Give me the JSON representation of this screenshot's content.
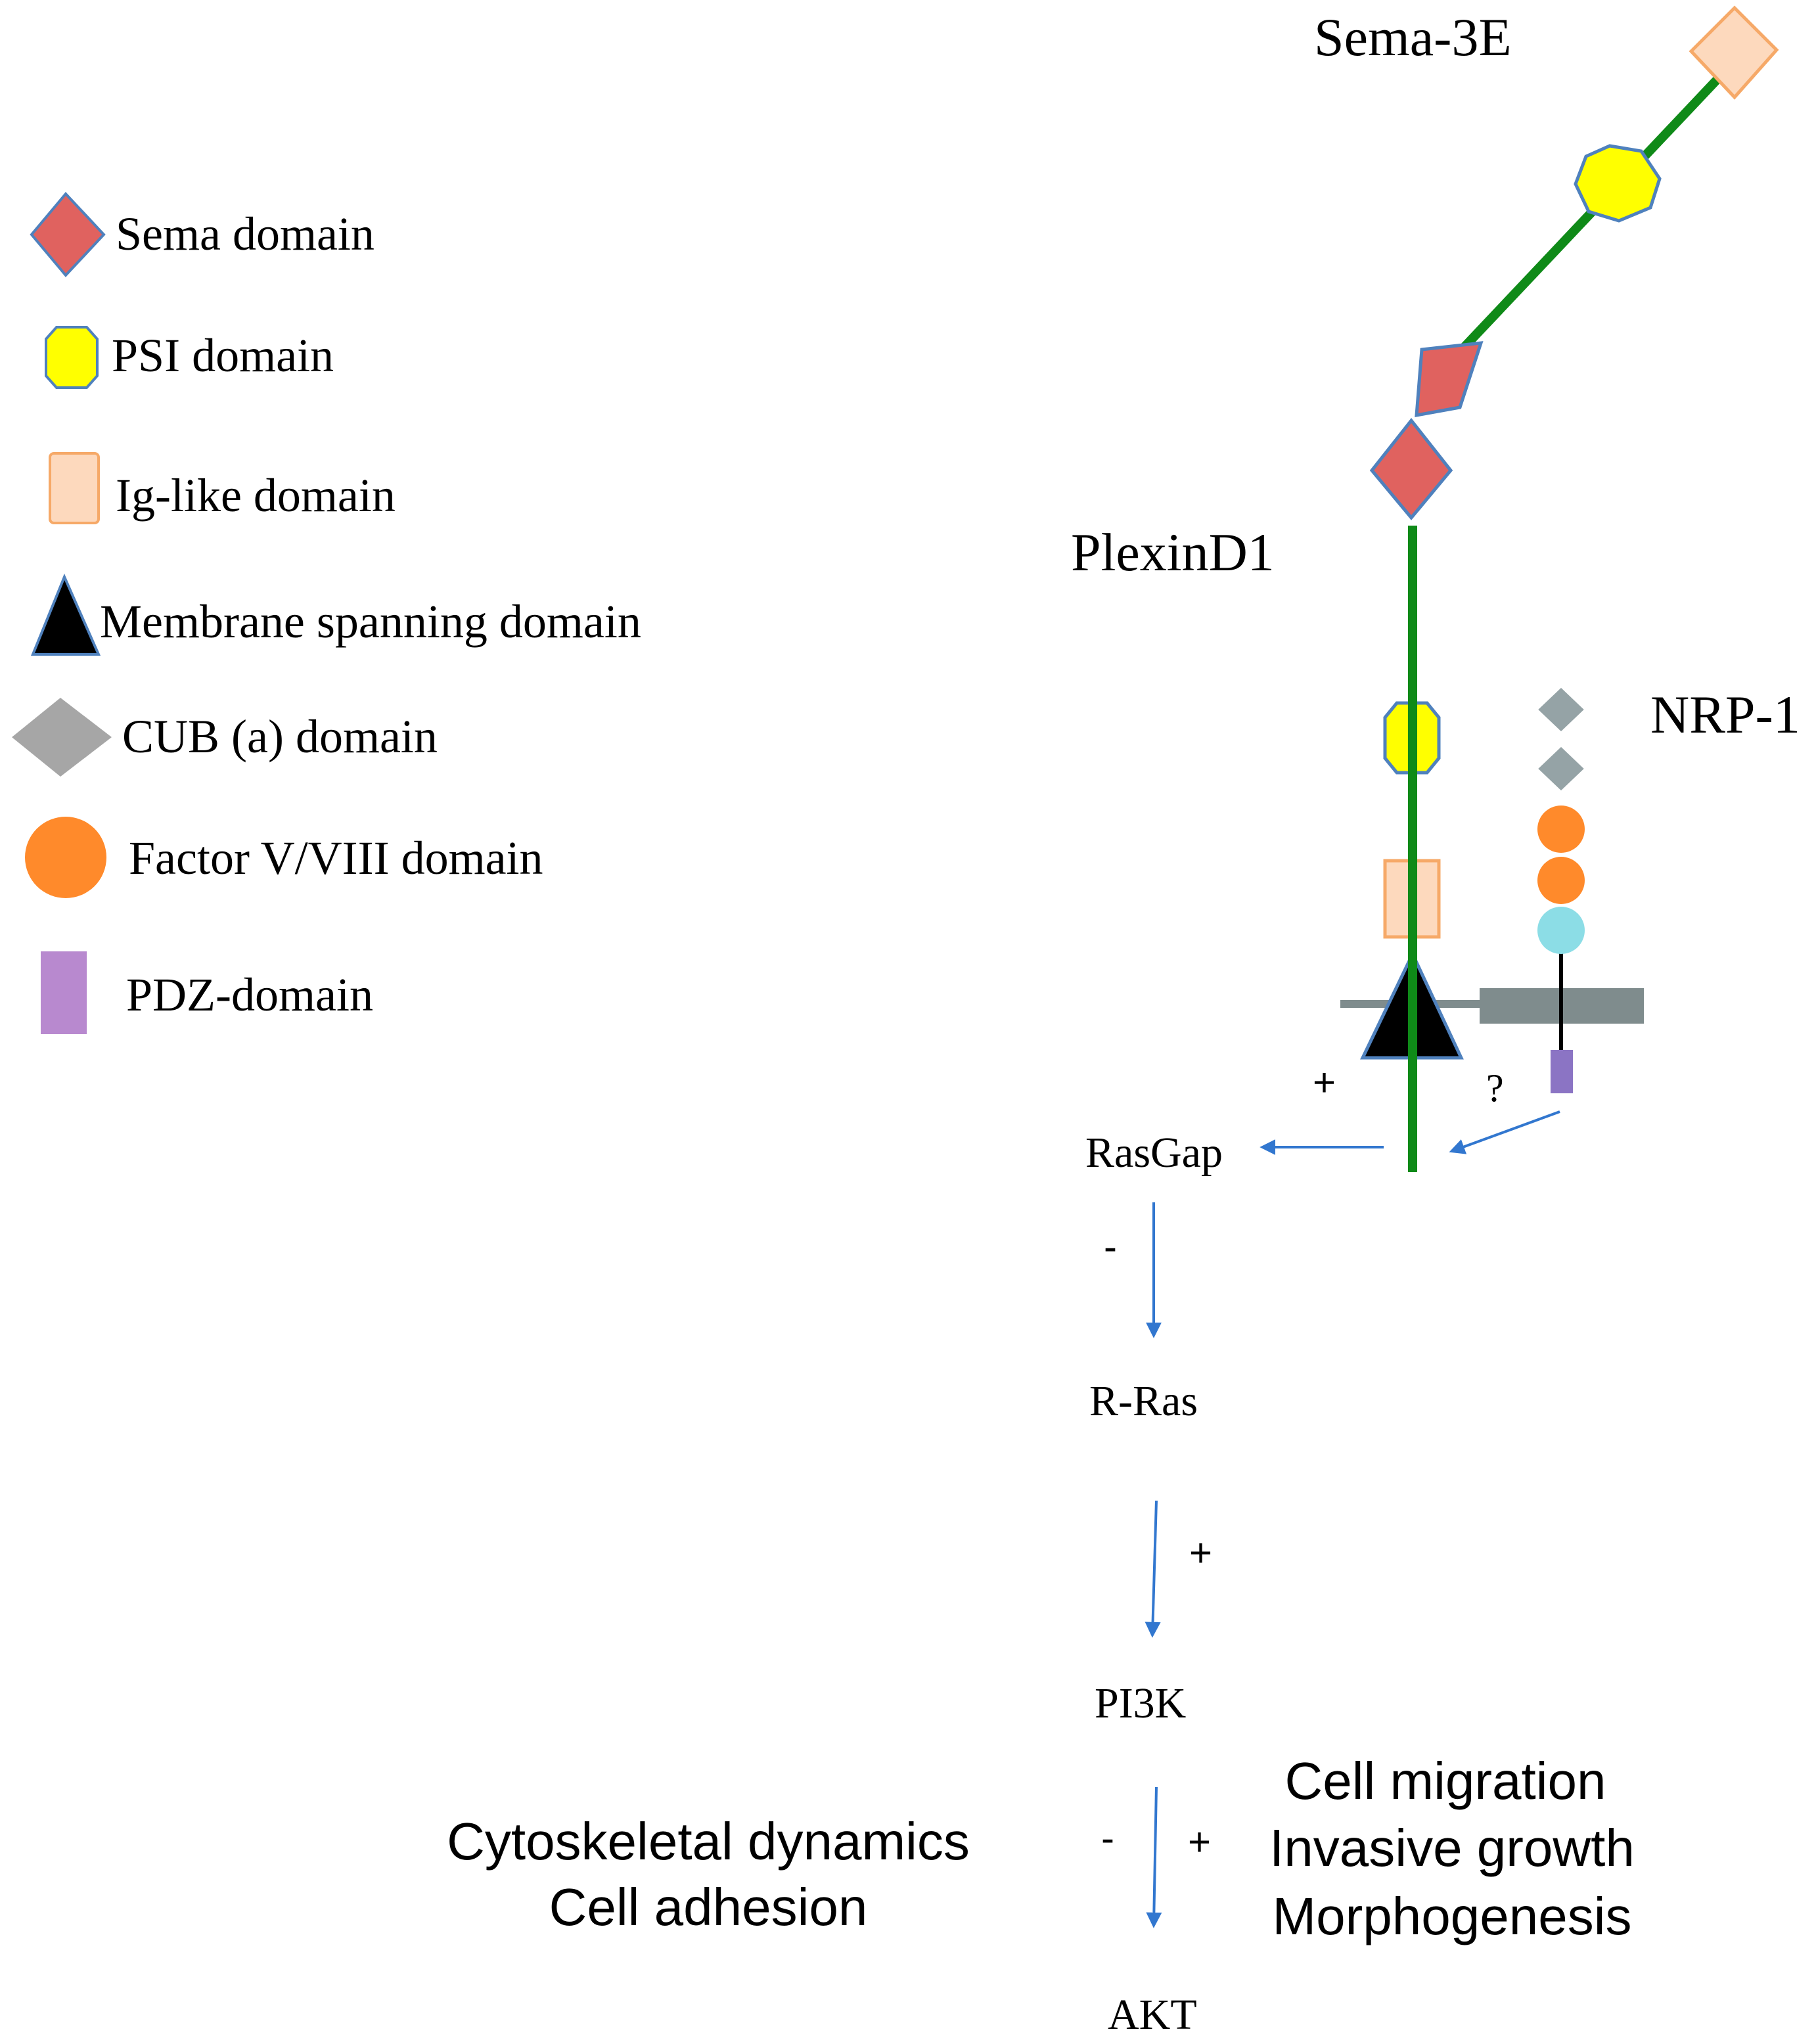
{
  "legend": {
    "sema": "Sema domain",
    "psi": "PSI domain",
    "ig": "Ig-like domain",
    "membrane": "Membrane spanning domain",
    "cub": "CUB (a) domain",
    "factor": "Factor V/VIII domain",
    "pdz": "PDZ-domain"
  },
  "proteins": {
    "sema3e": "Sema-3E",
    "plexind1": "PlexinD1",
    "nrp1": "NRP-1"
  },
  "pathway": {
    "rasgap": "RasGap",
    "rras": "R-Ras",
    "pi3k": "PI3K",
    "akt": "AKT",
    "sign_plexin_rasgap": "+",
    "sign_nrp_question": "?",
    "sign_rasgap_rras": "-",
    "sign_rras_pi3k": "+",
    "sign_pi3k_akt_minus": "-",
    "sign_pi3k_akt_plus": "+"
  },
  "effects": {
    "negative": [
      "Cytoskeletal dynamics",
      "Cell adhesion"
    ],
    "positive": [
      "Cell migration",
      "Invasive growth",
      "Morphogenesis"
    ]
  },
  "colors": {
    "sema": "#e0625f",
    "psi": "#ffff00",
    "ig": "#fdd9bd",
    "ig_border": "#f6a968",
    "membrane": "#000000",
    "cub": "#a6a6a6",
    "cub_nrp": "#95a3a6",
    "factor": "#ff8a2b",
    "factor_light": "#8cdde6",
    "pdz": "#b889cf",
    "pdz_nrp": "#8b74c4",
    "plexin_line": "#0f8a18",
    "arrow": "#3277cf",
    "bar": "#7f8c8d"
  }
}
